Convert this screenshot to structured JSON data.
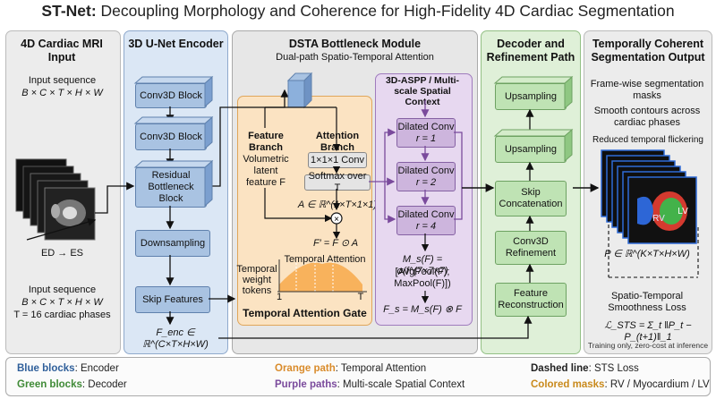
{
  "title": {
    "bold": "ST-Net:",
    "rest": " Decoupling Morphology and Coherence for High-Fidelity 4D Cardiac Segmentation"
  },
  "input": {
    "title": "4D Cardiac MRI Input",
    "seq_label": "Input sequence",
    "seq_formula": "B × C × T × H × W",
    "ed_es": "ED → ES",
    "seq_label2": "Input sequence",
    "seq_formula2": "B × C × T × H × W",
    "phases": "T = 16 cardiac phases"
  },
  "encoder": {
    "title": "3D U-Net Encoder",
    "blocks": [
      "Conv3D Block",
      "Conv3D Block",
      "Residual Bottleneck Block",
      "Downsampling",
      "Skip Features"
    ],
    "feature_formula": "F_enc ∈ ℝ^(C×T×H×W)"
  },
  "dsta": {
    "title": "DSTA Bottleneck Module",
    "subtitle": "Dual-path Spatio-Temporal Attention",
    "feature_branch": "Feature Branch",
    "attention_branch": "Attention Branch",
    "volumetric": "Volumetric latent feature F",
    "conv": "1×1×1 Conv",
    "softmax": "Softmax over T",
    "a_formula": "A ∈ ℝ^(1×T×1×1)",
    "f_prime": "F′ = F ⊙ A",
    "temporal_attention": "Temporal Attention",
    "weight_tokens": "Temporal weight tokens",
    "axis_start": "1",
    "axis_end": "T",
    "gate_label": "Temporal Attention Gate",
    "aspp_title": "3D-ASPP / Multi-scale Spatial Context",
    "dilated": [
      {
        "label": "Dilated Conv",
        "rate": "r = 1"
      },
      {
        "label": "Dilated Conv",
        "rate": "r = 2"
      },
      {
        "label": "Dilated Conv",
        "rate": "r = 4"
      }
    ],
    "ms_formula": "M_s(F) = σ(f^(7×7×7)",
    "ms_avg": "[AvgPool(F);",
    "ms_max": "MaxPool(F)])",
    "fs_formula": "F_s = M_s(F) ⊗ F"
  },
  "decoder": {
    "title": "Decoder and Refinement Path",
    "blocks": [
      "Upsampling",
      "Upsampling",
      "Skip Concatenation",
      "Conv3D Refinement",
      "Feature Reconstruction"
    ]
  },
  "output": {
    "title": "Temporally Coherent Segmentation Output",
    "line1": "Frame-wise segmentation masks",
    "line2": "Smooth contours across cardiac phases",
    "line3": "Reduced temporal flickering",
    "rv": "RV",
    "lv": "LV",
    "p_formula": "P ∈ ℝ^(K×T×H×W)",
    "loss_title": "Spatio-Temporal Smoothness Loss",
    "loss_formula": "ℒ_STS = Σ_t ‖P_t − P_(t+1)‖_1",
    "note": "Training only, zero-cost at inference"
  },
  "legend": [
    {
      "key": "Blue blocks",
      "desc": ": Encoder",
      "color": "#2f5f9a"
    },
    {
      "key": "Green blocks",
      "desc": ": Decoder",
      "color": "#3f8a36"
    },
    {
      "key": "Orange path",
      "desc": ": Temporal Attention",
      "color": "#d98b2b"
    },
    {
      "key": "Purple paths",
      "desc": ": Multi-scale Spatial Context",
      "color": "#7a4a9c"
    },
    {
      "key": "Dashed line",
      "desc": ": STS Loss",
      "color": "#222222"
    },
    {
      "key": "Colored masks",
      "desc": ": RV / Myocardium / LV",
      "color": "#c98a1c"
    }
  ],
  "colors": {
    "encoder": "#dbe7f5",
    "dsta": "#e7e7e7",
    "orange": "#fbe3c2",
    "purple": "#e7d8f0",
    "decoder": "#dff0d8",
    "input": "#ececec",
    "output": "#ececec"
  }
}
